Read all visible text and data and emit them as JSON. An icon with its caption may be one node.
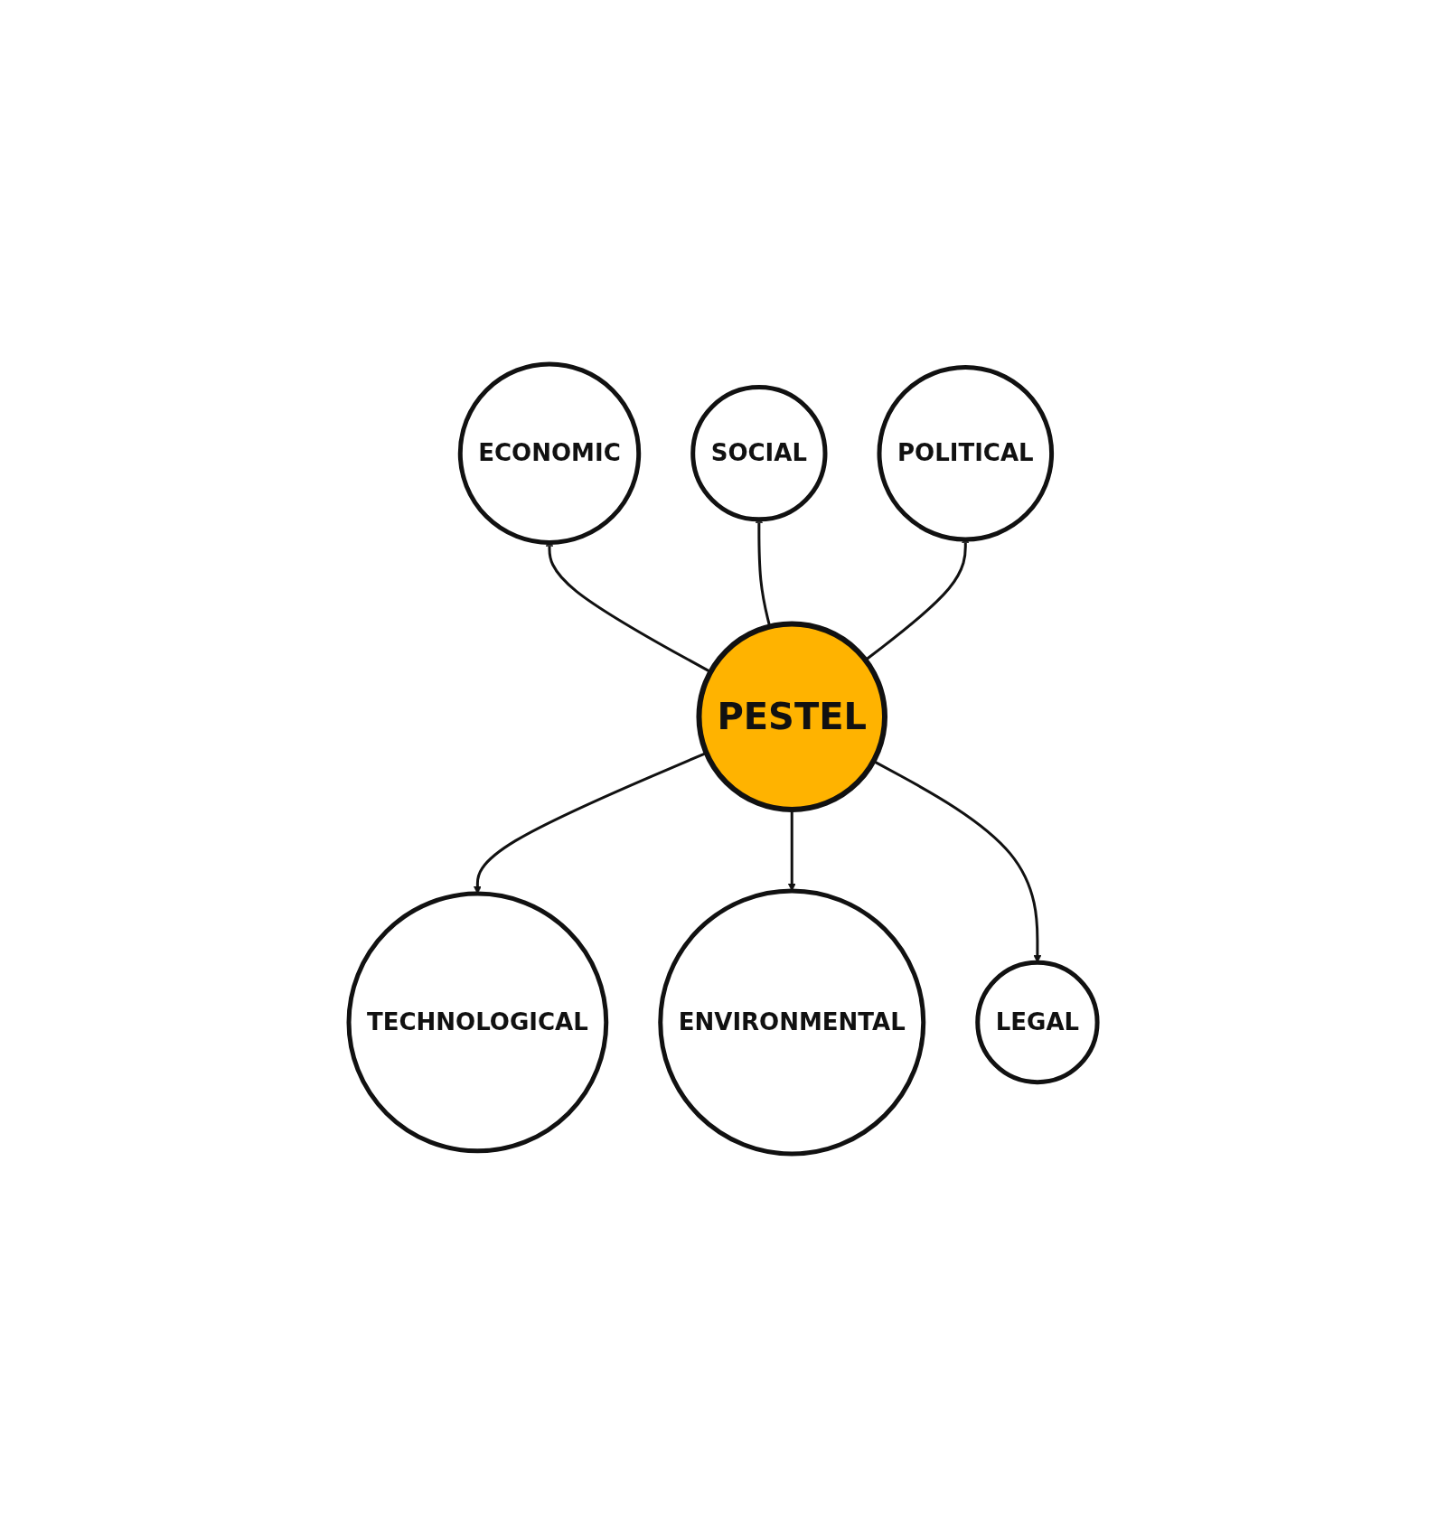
{
  "diagram": {
    "nodes": [
      {
        "text": [
          "ECONOMIC"
        ]
      },
      {
        "text": [
          "POLITICAL"
        ]
      },
      {
        "text": [
          "SOCIAL"
        ]
      },
      {
        "text": [
          "PESTEL"
        ]
      },
      {
        "text": [
          "LEGAL"
        ]
      },
      {
        "text": [
          "TECHNOLOGICAL"
        ]
      },
      {
        "text": [
          "ENVIRONMENTAL"
        ]
      }
    ],
    "edges": [
      {
        "from": 3,
        "to": 0,
        "arrow": "to"
      },
      {
        "from": 3,
        "to": 2,
        "arrow": "to"
      },
      {
        "from": 3,
        "to": 5,
        "arrow": "to"
      },
      {
        "from": 3,
        "to": 6,
        "arrow": "to"
      },
      {
        "from": 3,
        "to": 4,
        "arrow": "to"
      },
      {
        "from": 3,
        "to": 1,
        "arrow": "to"
      }
    ]
  }
}
